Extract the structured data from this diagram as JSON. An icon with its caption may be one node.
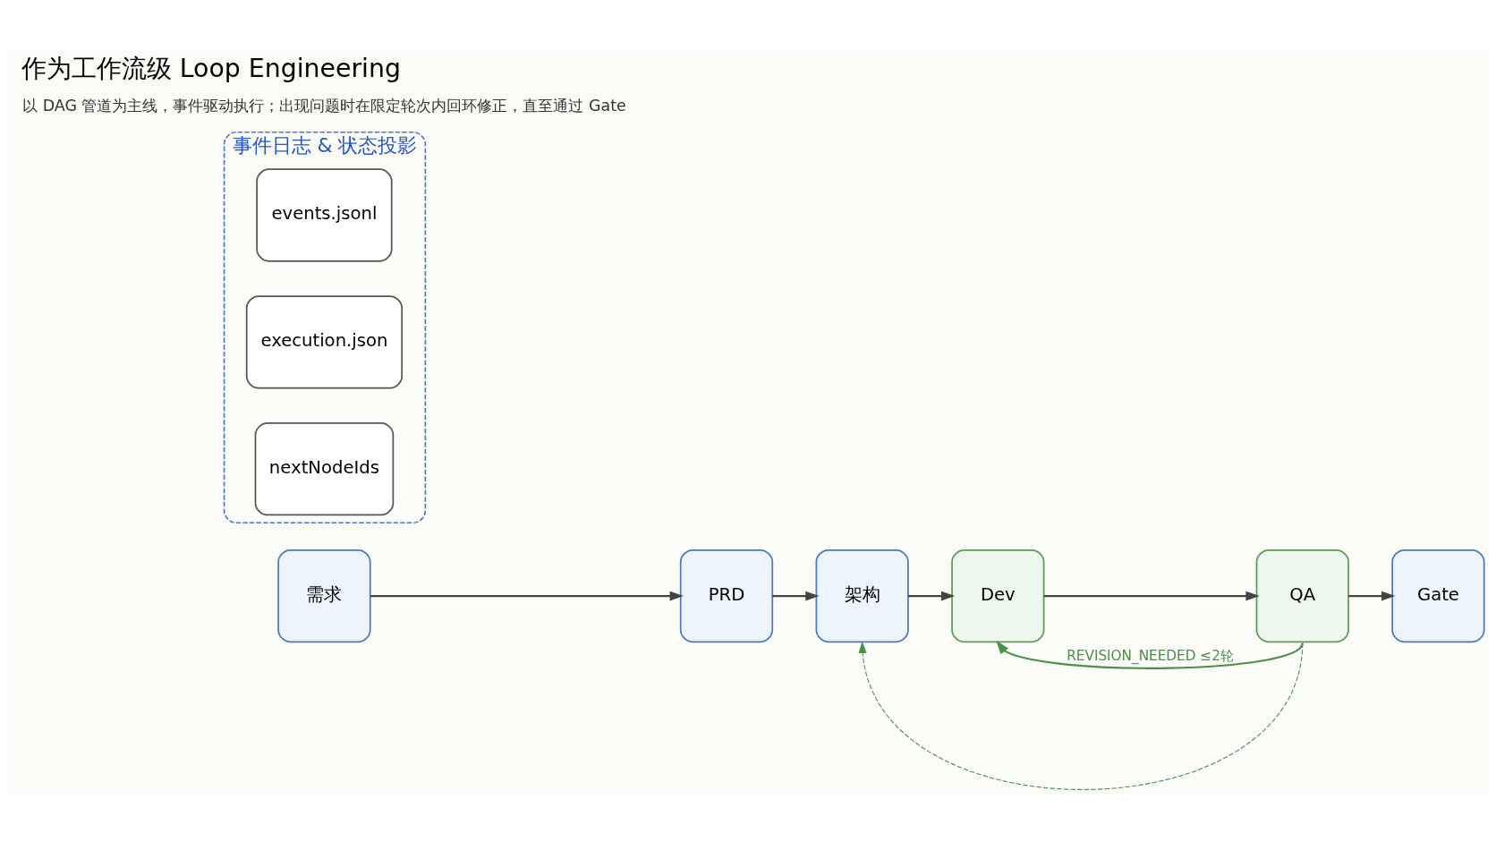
{
  "diagram": {
    "title": "作为工作流级 Loop Engineering",
    "nodes": [
      {
        "text": [
          "需求"
        ]
      },
      {
        "text": [
          "PRD"
        ]
      },
      {
        "text": [
          "架构"
        ]
      },
      {
        "text": [
          "Dev"
        ]
      },
      {
        "text": [
          "QA"
        ]
      },
      {
        "text": [
          "Gate"
        ]
      },
      {
        "text": [
          "事件日志 & 状态投影"
        ]
      },
      {
        "text": [
          "events.jsonl"
        ],
        "in": 6
      },
      {
        "text": [
          "execution.json"
        ],
        "in": 6
      },
      {
        "text": [
          "nextNodeIds"
        ],
        "in": 6
      }
    ],
    "edges": [
      {
        "from": 0,
        "to": 1,
        "arrow": "to"
      },
      {
        "from": 1,
        "to": 2,
        "arrow": "to"
      },
      {
        "from": 2,
        "to": 3,
        "arrow": "to"
      },
      {
        "from": 3,
        "to": 4,
        "arrow": "to"
      },
      {
        "from": 4,
        "to": 5,
        "arrow": "to"
      },
      {
        "from": 4,
        "to": 3,
        "arrow": "to",
        "color": "#4a8f4a",
        "label": "REVISION_NEEDED ≤2轮"
      },
      {
        "from": 4,
        "to": 2,
        "arrow": "to",
        "style": "dashed",
        "color": "#4a8f4a"
      }
    ],
    "labels": [
      "以 DAG 管道为主线，事件驱动执行；出现问题时在限定轮次内回环修正，直至通过 Gate"
    ]
  }
}
